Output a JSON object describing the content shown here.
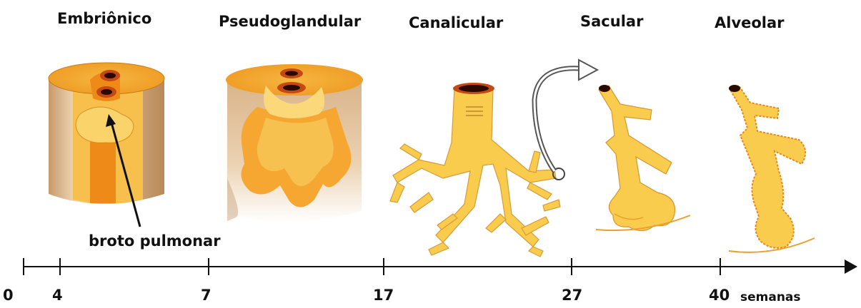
{
  "stages": [
    {
      "name": "Embriônico"
    },
    {
      "name": "Pseudoglandular"
    },
    {
      "name": "Canalicular"
    },
    {
      "name": "Sacular"
    },
    {
      "name": "Alveolar"
    }
  ],
  "timeline": {
    "ticks": [
      "0",
      "4",
      "7",
      "17",
      "27",
      "40"
    ],
    "unit": "semanas"
  },
  "annotation": "broto pulmonar",
  "colors": {
    "light": "#f9cc4e",
    "mid": "#f2a630",
    "dark": "#ea7a10",
    "tan": "#d9b48a",
    "line": "#111111"
  }
}
